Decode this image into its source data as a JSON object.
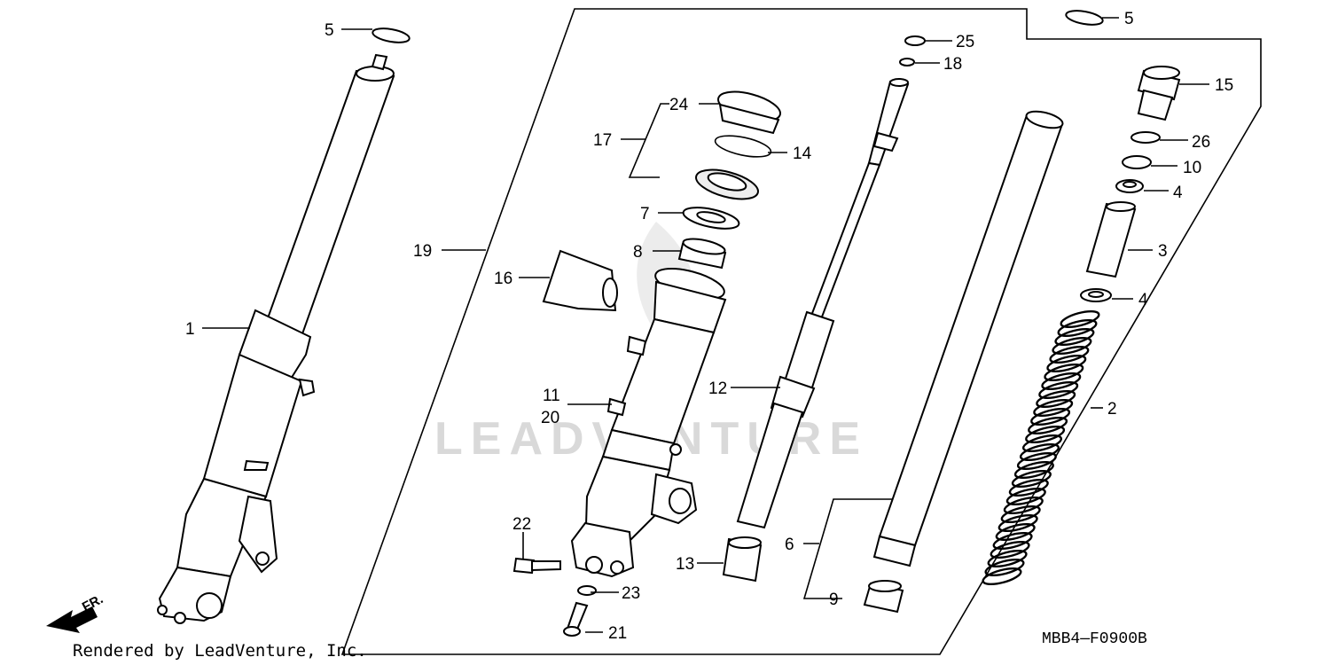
{
  "labels": {
    "l1": "1",
    "l2": "2",
    "l3": "3",
    "l4a": "4",
    "l4b": "4",
    "l5a": "5",
    "l5b": "5",
    "l6": "6",
    "l7": "7",
    "l8": "8",
    "l9": "9",
    "l10": "10",
    "l11": "11",
    "l12": "12",
    "l13": "13",
    "l14": "14",
    "l15": "15",
    "l16": "16",
    "l17": "17",
    "l18": "18",
    "l19": "19",
    "l20": "20",
    "l21": "21",
    "l22": "22",
    "l23": "23",
    "l24": "24",
    "l25": "25",
    "l26": "26"
  },
  "direction_label": "FR.",
  "diagram_code": "MBB4—F0900B",
  "credit": "Rendered by LeadVenture, Inc.",
  "watermark": "LEADVENTURE",
  "colors": {
    "ink": "#000000",
    "watermark": "#d9d9d9",
    "background": "#ffffff"
  }
}
